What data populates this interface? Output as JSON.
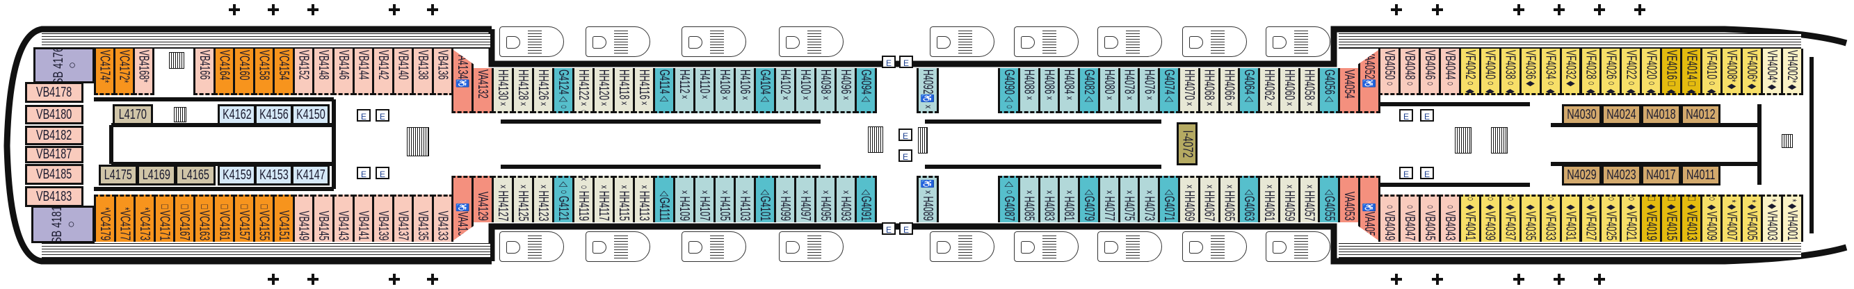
{
  "deck": {
    "title": "Deck 4 plan"
  },
  "legend": {
    "elevator_label": "E"
  },
  "category_colors": {
    "SB": "#b3aed3",
    "VC": "#f7941d",
    "VB": "#f9cbbd",
    "VA": "#f4907e",
    "HH": "#e7e7d5",
    "G": "#56bfcc",
    "H": "#b2d8d9",
    "K": "#d5e8f7",
    "L": "#d0c5a8",
    "N": "#d3a96c",
    "I": "#b5aa62",
    "VF": "#f7df68",
    "VE": "#e4bb0f",
    "VH": "#fbf2c6"
  },
  "suites": [
    {
      "n": "SB 4176",
      "m": "○"
    },
    {
      "n": "SB 4181",
      "m": "○"
    }
  ],
  "bow_cabins": [
    {
      "n": "VB4178"
    },
    {
      "n": "VB4180"
    },
    {
      "n": "VB4182"
    },
    {
      "n": "VB4187"
    },
    {
      "n": "VB4185"
    },
    {
      "n": "VB4183"
    }
  ],
  "inner_cabins": {
    "fwd_top": [
      {
        "n": "L4170"
      },
      {
        "n": "K4162"
      },
      {
        "n": "K4156"
      },
      {
        "n": "K4150"
      }
    ],
    "fwd_bottom": [
      {
        "n": "L4175"
      },
      {
        "n": "L4169"
      },
      {
        "n": "L4165"
      },
      {
        "n": "K4159"
      },
      {
        "n": "K4153"
      },
      {
        "n": "K4147"
      }
    ],
    "mid": [
      {
        "n": "I-4072"
      }
    ],
    "aft_top": [
      {
        "n": "N4030"
      },
      {
        "n": "N4024"
      },
      {
        "n": "N4018"
      },
      {
        "n": "N4012"
      }
    ],
    "aft_bottom": [
      {
        "n": "N4029"
      },
      {
        "n": "N4023"
      },
      {
        "n": "N4017"
      },
      {
        "n": "N4011"
      }
    ]
  },
  "cabins": {
    "top_fwd_1": [
      {
        "n": "VC4174",
        "m": "*"
      },
      {
        "n": "VC4172",
        "m": "*"
      },
      {
        "n": "VB4168",
        "m": "*"
      }
    ],
    "top_fwd_2": [
      {
        "n": "VB4166",
        "m": ""
      },
      {
        "n": "VC4164",
        "m": ""
      },
      {
        "n": "VC4160",
        "m": ""
      },
      {
        "n": "VC4158",
        "m": ""
      },
      {
        "n": "VC4154",
        "m": ""
      },
      {
        "n": "VB4152",
        "m": ""
      },
      {
        "n": "VB4148",
        "m": ""
      },
      {
        "n": "VB4146",
        "m": ""
      },
      {
        "n": "VB4144",
        "m": ""
      },
      {
        "n": "VB4142",
        "m": ""
      },
      {
        "n": "VB4140",
        "m": ""
      },
      {
        "n": "VB4138",
        "m": ""
      },
      {
        "n": "VB4136",
        "m": ""
      },
      {
        "n": "VA4134",
        "m": "♿"
      }
    ],
    "top_mid_1": [
      {
        "n": "VA4132",
        "m": ""
      },
      {
        "n": "HH4130",
        "m": "×"
      },
      {
        "n": "HH4128",
        "m": "×"
      },
      {
        "n": "HH4126",
        "m": "×"
      },
      {
        "n": "G4124",
        "m": "△○"
      },
      {
        "n": "HH4122",
        "m": "×○"
      },
      {
        "n": "HH4120",
        "m": "×"
      },
      {
        "n": "HH4118",
        "m": "×"
      },
      {
        "n": "HH4116",
        "m": "×"
      },
      {
        "n": "G4114",
        "m": "△"
      },
      {
        "n": "H4112",
        "m": "×"
      },
      {
        "n": "H4110",
        "m": "×"
      },
      {
        "n": "H4108",
        "m": "×"
      },
      {
        "n": "H4106",
        "m": "×"
      },
      {
        "n": "G4104",
        "m": "△"
      },
      {
        "n": "H4102",
        "m": "×"
      },
      {
        "n": "H4100",
        "m": "×"
      },
      {
        "n": "H4098",
        "m": "×"
      },
      {
        "n": "H4096",
        "m": "×"
      },
      {
        "n": "G4094",
        "m": "△"
      }
    ],
    "top_mid_2a": [
      {
        "n": "H4092",
        "m": "♿×"
      }
    ],
    "top_mid_2": [
      {
        "n": "G4090",
        "m": "△○"
      },
      {
        "n": "H4088",
        "m": "×"
      },
      {
        "n": "H4086",
        "m": "×"
      },
      {
        "n": "H4084",
        "m": "×"
      },
      {
        "n": "G4082",
        "m": "△"
      },
      {
        "n": "H4080",
        "m": "×"
      },
      {
        "n": "H4078",
        "m": "×"
      },
      {
        "n": "H4076",
        "m": "×"
      },
      {
        "n": "G4074",
        "m": "△"
      },
      {
        "n": "HH4070",
        "m": "×"
      },
      {
        "n": "HH4068",
        "m": "×"
      },
      {
        "n": "HH4066",
        "m": "×"
      },
      {
        "n": "G4064",
        "m": "△"
      },
      {
        "n": "HH4062",
        "m": "×"
      },
      {
        "n": "HH4060",
        "m": "×"
      },
      {
        "n": "HH4058",
        "m": "×"
      },
      {
        "n": "G4056",
        "m": "△"
      },
      {
        "n": "VA4054",
        "m": ""
      }
    ],
    "top_aft": [
      {
        "n": "VA4052",
        "m": "♿"
      },
      {
        "n": "VB4050",
        "m": "○"
      },
      {
        "n": "VB4048",
        "m": "○"
      },
      {
        "n": "VB4046",
        "m": "○"
      },
      {
        "n": "VB4044",
        "m": "○"
      },
      {
        "n": "VF4042",
        "m": "○◆"
      },
      {
        "n": "VF4040",
        "m": "○◆"
      },
      {
        "n": "VF4038",
        "m": "○◆"
      },
      {
        "n": "VF4036",
        "m": "◆"
      },
      {
        "n": "VF4034",
        "m": "○◆"
      },
      {
        "n": "VF4032",
        "m": "◆"
      },
      {
        "n": "VF4028",
        "m": "○◆"
      },
      {
        "n": "VF4026",
        "m": "○◆"
      },
      {
        "n": "VF4022",
        "m": "○◆"
      },
      {
        "n": "VF4020",
        "m": "○◆"
      },
      {
        "n": "VE4016",
        "m": "□◆"
      },
      {
        "n": "VE4014",
        "m": "□◆"
      },
      {
        "n": "VF4010",
        "m": "○◆"
      },
      {
        "n": "VF4008",
        "m": "*◆"
      },
      {
        "n": "VF4006",
        "m": "*◆"
      },
      {
        "n": "VH4004",
        "m": "*◆"
      },
      {
        "n": "VH4002",
        "m": "*◆"
      }
    ],
    "bot_fwd": [
      {
        "n": "VC4179",
        "m": "*"
      },
      {
        "n": "VC4177",
        "m": "*"
      },
      {
        "n": "VC4173",
        "m": "*"
      },
      {
        "n": "VC4171",
        "m": "□"
      },
      {
        "n": "VC4167",
        "m": "□"
      },
      {
        "n": "VC4163",
        "m": "□"
      },
      {
        "n": "VC4161",
        "m": "□"
      },
      {
        "n": "VC4157",
        "m": "□"
      },
      {
        "n": "VC4155",
        "m": "□"
      },
      {
        "n": "VC4151",
        "m": ""
      },
      {
        "n": "VB4149",
        "m": ""
      },
      {
        "n": "VB4145",
        "m": ""
      },
      {
        "n": "VB4143",
        "m": ""
      },
      {
        "n": "VB4141",
        "m": ""
      },
      {
        "n": "VB4139",
        "m": ""
      },
      {
        "n": "VB4137",
        "m": ""
      },
      {
        "n": "VB4135",
        "m": ""
      },
      {
        "n": "VB4133",
        "m": ""
      },
      {
        "n": "VA4131",
        "m": "♿"
      }
    ],
    "bot_mid_1": [
      {
        "n": "VA4129",
        "m": ""
      },
      {
        "n": "HH4127",
        "m": "×"
      },
      {
        "n": "HH4125",
        "m": "×"
      },
      {
        "n": "HH4123",
        "m": "×"
      },
      {
        "n": "G4121",
        "m": "△○"
      },
      {
        "n": "HH4119",
        "m": "×○"
      },
      {
        "n": "HH4117",
        "m": "×"
      },
      {
        "n": "HH4115",
        "m": "×"
      },
      {
        "n": "HH4113",
        "m": "×"
      },
      {
        "n": "G4111",
        "m": "△"
      },
      {
        "n": "H4109",
        "m": "×"
      },
      {
        "n": "H4107",
        "m": "×"
      },
      {
        "n": "H4105",
        "m": "×"
      },
      {
        "n": "H4103",
        "m": "×"
      },
      {
        "n": "G4101",
        "m": "△"
      },
      {
        "n": "H4099",
        "m": "×"
      },
      {
        "n": "H4097",
        "m": "×"
      },
      {
        "n": "H4095",
        "m": "×"
      },
      {
        "n": "H4093",
        "m": "×"
      },
      {
        "n": "G4091",
        "m": "△"
      }
    ],
    "bot_mid_2a": [
      {
        "n": "H4089",
        "m": "♿×"
      }
    ],
    "bot_mid_2": [
      {
        "n": "G4087",
        "m": "△○"
      },
      {
        "n": "H4085",
        "m": "×"
      },
      {
        "n": "H4083",
        "m": "×"
      },
      {
        "n": "H4081",
        "m": "×"
      },
      {
        "n": "G4079",
        "m": "△"
      },
      {
        "n": "H4077",
        "m": "×"
      },
      {
        "n": "H4075",
        "m": "×"
      },
      {
        "n": "H4073",
        "m": "×"
      },
      {
        "n": "G4071",
        "m": "△"
      },
      {
        "n": "HH4069",
        "m": "×"
      },
      {
        "n": "HH4067",
        "m": "×"
      },
      {
        "n": "HH4065",
        "m": "×"
      },
      {
        "n": "G4063",
        "m": "△"
      },
      {
        "n": "HH4061",
        "m": "×"
      },
      {
        "n": "HH4059",
        "m": "×"
      },
      {
        "n": "HH4057",
        "m": "×"
      },
      {
        "n": "G4055",
        "m": "△"
      },
      {
        "n": "VA4053",
        "m": ""
      }
    ],
    "bot_aft": [
      {
        "n": "VA4051",
        "m": "♿"
      },
      {
        "n": "VB4049",
        "m": "○"
      },
      {
        "n": "VB4047",
        "m": "○"
      },
      {
        "n": "VB4045",
        "m": "○"
      },
      {
        "n": "VB4043",
        "m": "○"
      },
      {
        "n": "VF4041",
        "m": "○◆"
      },
      {
        "n": "VF4039",
        "m": "○◆"
      },
      {
        "n": "VF4037",
        "m": "○◆"
      },
      {
        "n": "VF4035",
        "m": "◆"
      },
      {
        "n": "VF4033",
        "m": "○◆"
      },
      {
        "n": "VF4031",
        "m": "◆"
      },
      {
        "n": "VF4027",
        "m": "○◆"
      },
      {
        "n": "VF4025",
        "m": "○◆"
      },
      {
        "n": "VF4021",
        "m": "○◆"
      },
      {
        "n": "VE4019",
        "m": "□◆"
      },
      {
        "n": "VE4015",
        "m": "□◆"
      },
      {
        "n": "VE4013",
        "m": "□◆"
      },
      {
        "n": "VF4009",
        "m": "○◆"
      },
      {
        "n": "VF4007",
        "m": "*◆"
      },
      {
        "n": "VF4005",
        "m": "*◆"
      },
      {
        "n": "VH4003",
        "m": "*◆"
      },
      {
        "n": "VH4001",
        "m": "*◆"
      }
    ]
  }
}
